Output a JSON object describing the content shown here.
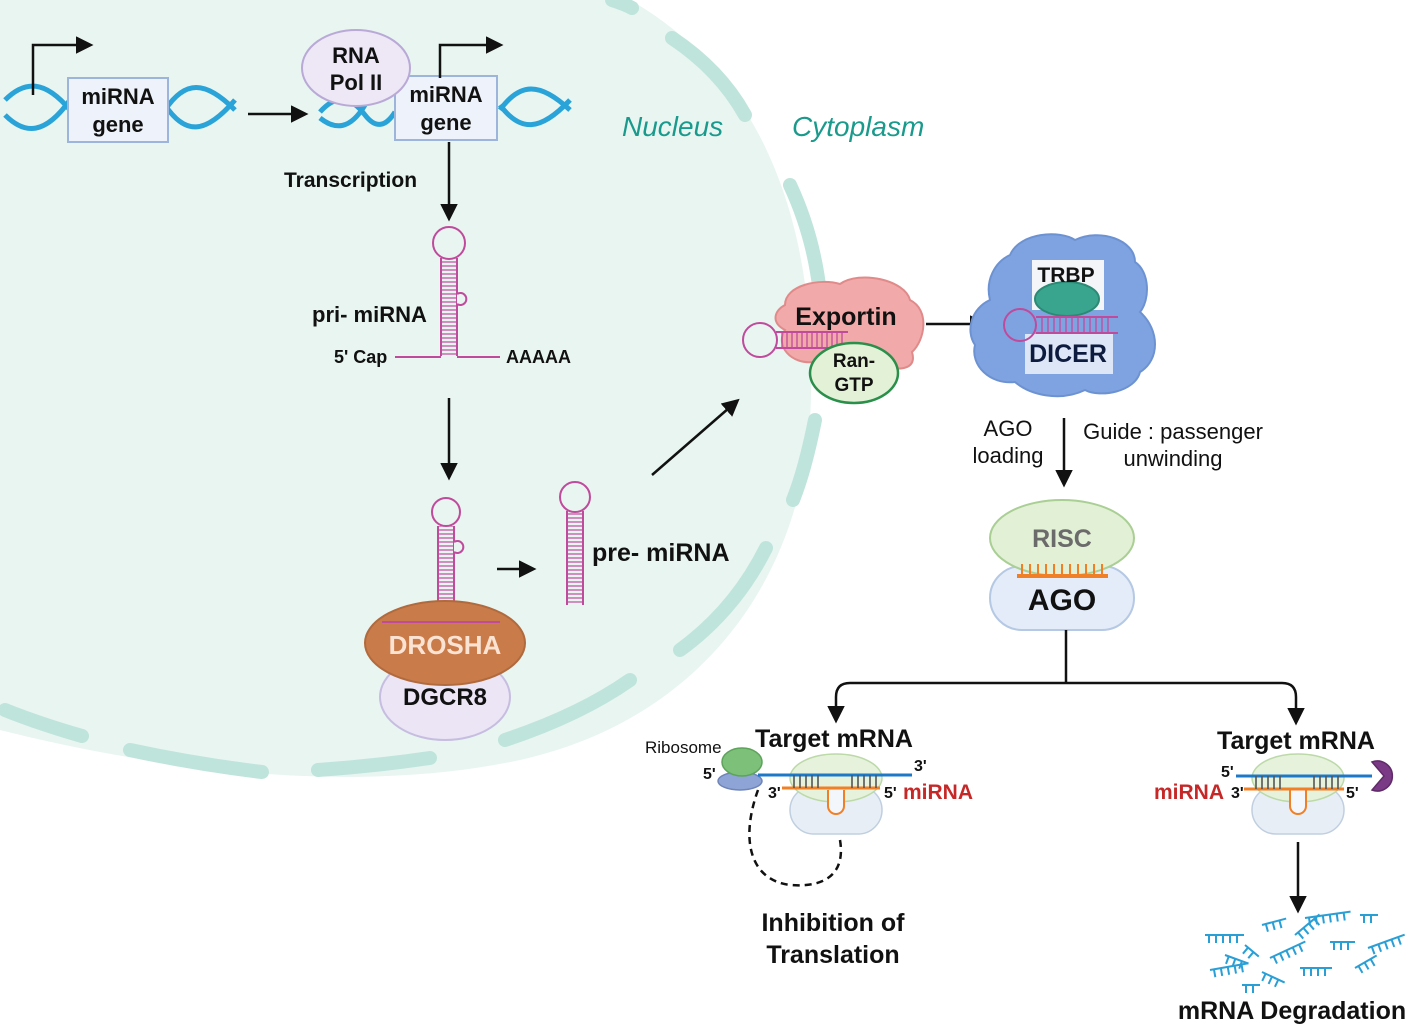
{
  "labels": {
    "mirna_gene_1": [
      "miRNA",
      "gene"
    ],
    "mirna_gene_2": [
      "miRNA",
      "gene"
    ],
    "rna_pol": [
      "RNA",
      "Pol II"
    ],
    "transcription": "Transcription",
    "pri_mirna": "pri- miRNA",
    "five_cap": "5' Cap",
    "polya": "AAAAA",
    "drosha": "DROSHA",
    "dgcr8": "DGCR8",
    "pre_mirna": "pre- miRNA",
    "nucleus": "Nucleus",
    "cytoplasm": "Cytoplasm",
    "exportin": "Exportin",
    "ran_gtp": [
      "Ran-",
      "GTP"
    ],
    "trbp": "TRBP",
    "dicer": "DICER",
    "ago_loading": [
      "AGO",
      "loading"
    ],
    "guide_passenger": [
      "Guide : passenger",
      "unwinding"
    ],
    "risc": "RISC",
    "ago": "AGO",
    "target_mrna_left": "Target mRNA",
    "target_mrna_right": "Target mRNA",
    "ribosome": "Ribosome",
    "prime5": "5'",
    "prime3": "3'",
    "mirna_left": "miRNA",
    "mirna_right": "miRNA",
    "inhibition": [
      "Inhibition of",
      "Translation"
    ],
    "degradation": "mRNA Degradation"
  },
  "colors": {
    "nucleus_fill": "#e8f5f1",
    "membrane": "#bfe4db",
    "dna": "#29a3d8",
    "rna": "#c04a9c",
    "drosha": "#c97b4a",
    "dgcr8": "#ebe5f5",
    "exportin": "#f2a9a9",
    "ran": "#e3f2d6",
    "dicer": "#7fa3e0",
    "trbp": "#3aa58e",
    "risc": "#e2f0d6",
    "ago": "#e3ecf8",
    "mrna_line": "#1e78c8",
    "orange": "#f07f25",
    "teal_text": "#1a9a8c",
    "red_text": "#c62828"
  }
}
